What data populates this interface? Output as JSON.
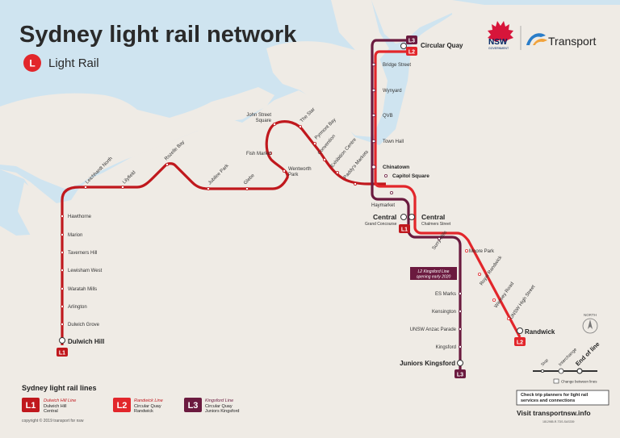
{
  "title": "Sydney light rail network",
  "subtitle": "Light Rail",
  "brand": {
    "nsw": "NSW",
    "nsw_sub": "GOVERNMENT",
    "transport": "Transport"
  },
  "colors": {
    "water": "#cfe4f0",
    "land": "#efebe5",
    "l1": "#c0181d",
    "l2": "#e2262b",
    "l3": "#6b1a3f"
  },
  "line_badges": {
    "l1": "L1",
    "l2": "L2",
    "l3": "L3",
    "mode": "L"
  },
  "stations": {
    "circular_quay": "Circular Quay",
    "bridge_street": "Bridge Street",
    "wynyard": "Wynyard",
    "qvb": "QVB",
    "town_hall": "Town Hall",
    "chinatown": "Chinatown",
    "capitol_square": "Capitol Square",
    "haymarket": "Haymarket",
    "central_gc": "Central",
    "grand_concourse": "Grand Concourse",
    "central_cs": "Central",
    "chalmers_street": "Chalmers Street",
    "surry_hills": "Surry Hills",
    "moore_park": "Moore Park",
    "royal_randwick": "Royal Randwick",
    "wansey_road": "Wansey Road",
    "unsw_high_street": "UNSW High Street",
    "randwick": "Randwick",
    "es_marks": "ES Marks",
    "kensington": "Kensington",
    "unsw_anzac": "UNSW Anzac Parade",
    "kingsford": "Kingsford",
    "juniors_kingsford": "Juniors Kingsford",
    "paddys_markets": "Paddy's Markets",
    "exhibition_centre": "Exhibition Centre",
    "convention": "Convention",
    "pyrmont_bay": "Pyrmont Bay",
    "the_star": "The Star",
    "john_street_square_1": "John Street",
    "john_street_square_2": "Square",
    "fish_market": "Fish Market",
    "wentworth_park_1": "Wentworth",
    "wentworth_park_2": "Park",
    "glebe": "Glebe",
    "jubilee_park": "Jubilee Park",
    "rozelle_bay": "Rozelle Bay",
    "lilyfield": "Lilyfield",
    "leichhardt_north": "Leichhardt North",
    "hawthorne": "Hawthorne",
    "marion": "Marion",
    "taverners_hill": "Taverners Hill",
    "lewisham_west": "Lewisham West",
    "waratah_mills": "Waratah Mills",
    "arlington": "Arlington",
    "dulwich_grove": "Dulwich Grove",
    "dulwich_hill": "Dulwich Hill"
  },
  "notice": {
    "line1": "L2 Kingsford Line",
    "line2": "opening early 2020"
  },
  "north": "NORTH",
  "key": {
    "stop": "Stop",
    "interchange": "Interchange",
    "end_of_line": "End of line",
    "change": "Change between lines"
  },
  "trip_box": {
    "line1": "Check trip planners for light rail",
    "line2": "services and connections"
  },
  "visit": "Visit transportnsw.info",
  "ref_code": "1812985-R-TDS-SAS339",
  "legend": {
    "heading": "Sydney light rail lines",
    "items": [
      {
        "badge": "L1",
        "name": "Dulwich Hill Line",
        "from": "Dulwich Hill",
        "to": "Central"
      },
      {
        "badge": "L2",
        "name": "Randwick Line",
        "from": "Circular Quay",
        "to": "Randwick"
      },
      {
        "badge": "L3",
        "name": "Kingsford Line",
        "from": "Circular Quay",
        "to": "Juniors Kingsford"
      }
    ]
  },
  "copyright": "copyright © 2019 transport for nsw"
}
